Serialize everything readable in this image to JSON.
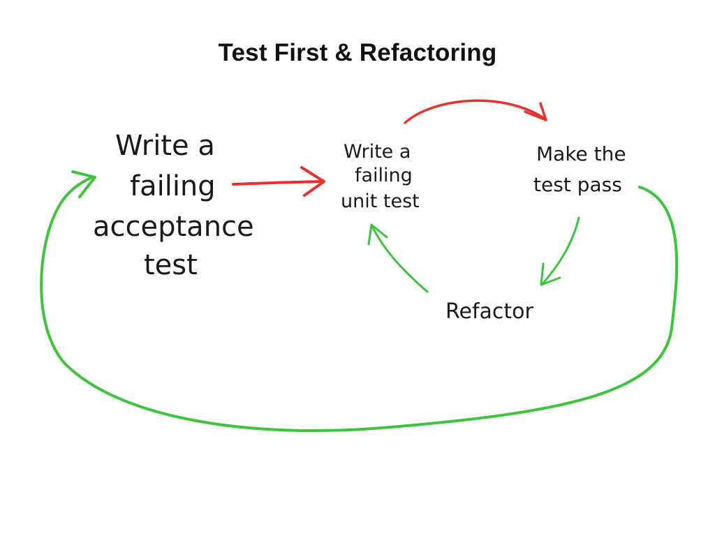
{
  "title": "Test First & Refactoring",
  "colors": {
    "red_arrow": "#e8312f",
    "green_arrow": "#3cc43c",
    "text": "#1a1a1a"
  },
  "nodes": {
    "acceptance_test": {
      "lines": [
        "Write a",
        "failing",
        "acceptance",
        "test"
      ]
    },
    "unit_test": {
      "lines": [
        "Write a",
        "failing",
        "unit test"
      ]
    },
    "make_pass": {
      "lines": [
        "Make the",
        "test pass"
      ]
    },
    "refactor": {
      "lines": [
        "Refactor"
      ]
    }
  }
}
